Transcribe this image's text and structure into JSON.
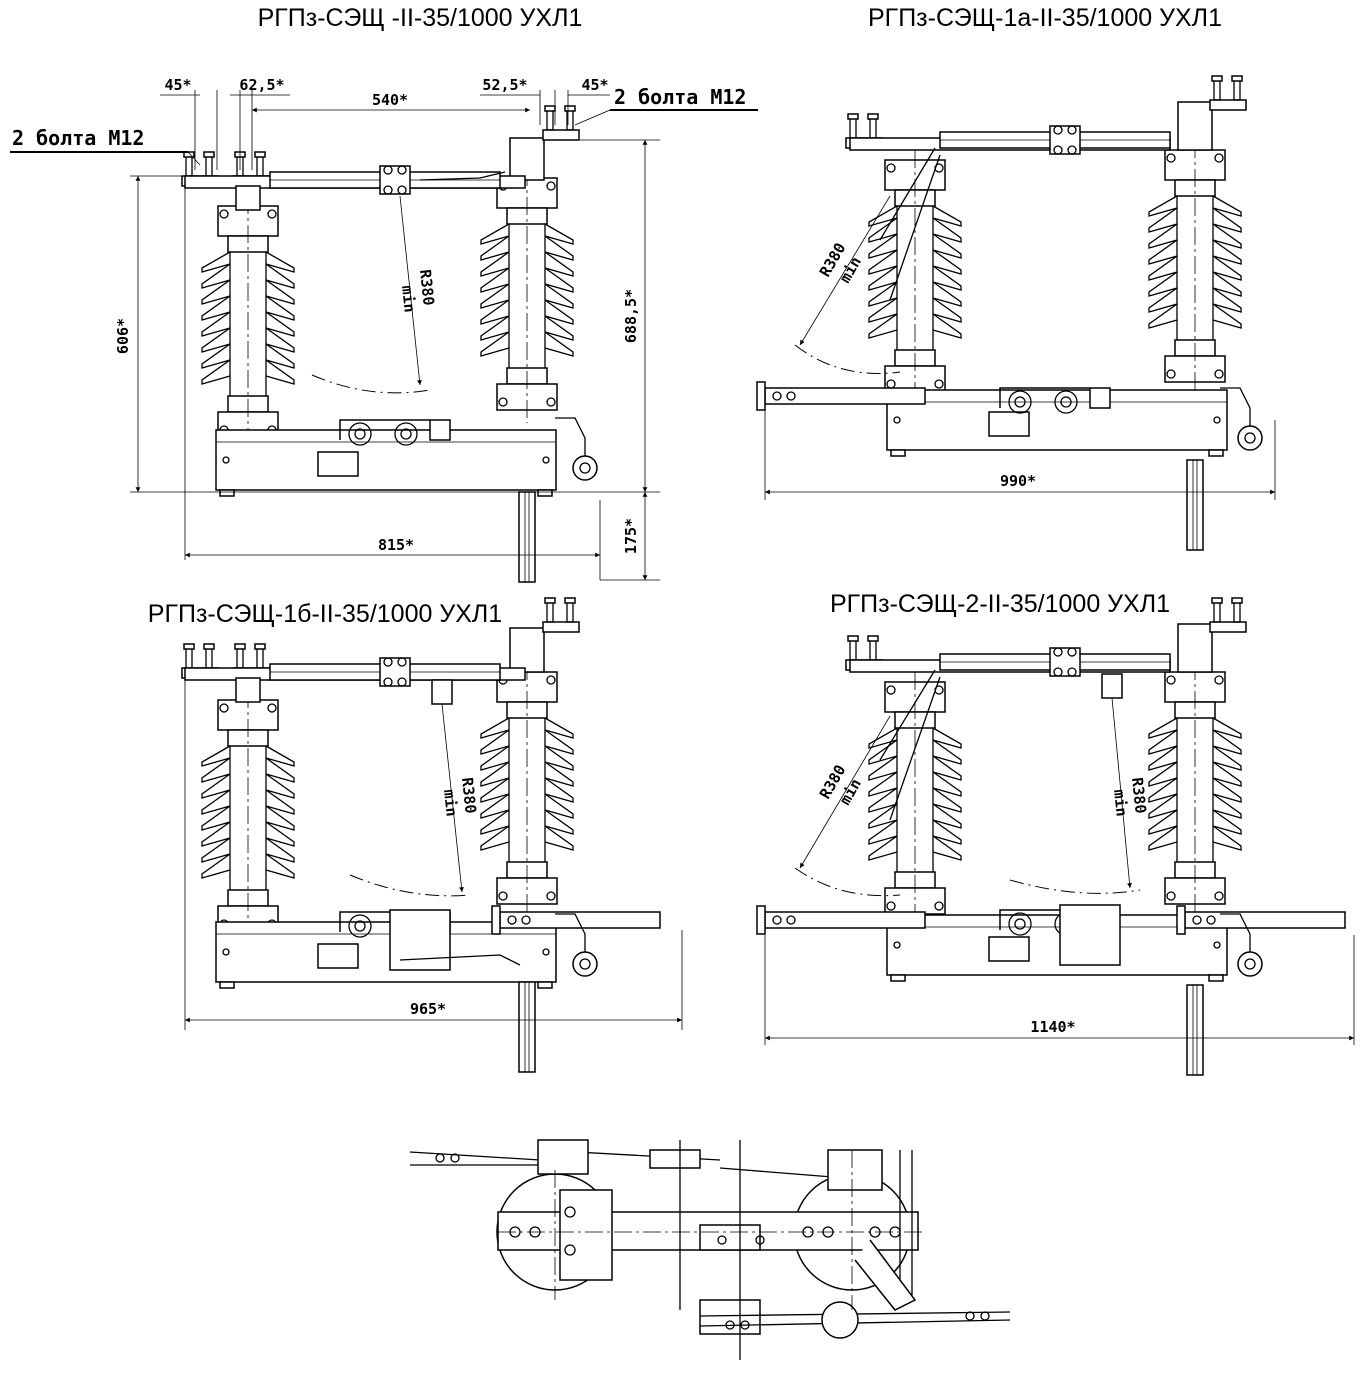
{
  "titles": {
    "d1": "РГПз-СЭЩ -II-35/1000 УХЛ1",
    "d2": "РГПз-СЭЩ-1а-II-35/1000 УХЛ1",
    "d3": "РГПз-СЭЩ-1б-II-35/1000 УХЛ1",
    "d4": "РГПз-СЭЩ-2-II-35/1000 УХЛ1"
  },
  "bolts": {
    "left": "2 болта М12",
    "right": "2 болта М12"
  },
  "dims": {
    "d45a": "45*",
    "d62": "62,5*",
    "d540": "540*",
    "d52": "52,5*",
    "d45b": "45*",
    "d606": "606*",
    "d688": "688,5*",
    "d175": "175*",
    "d815": "815*",
    "d990": "990*",
    "d965": "965*",
    "d1140": "1140*"
  },
  "radius": {
    "r": "R380",
    "min": "min"
  }
}
